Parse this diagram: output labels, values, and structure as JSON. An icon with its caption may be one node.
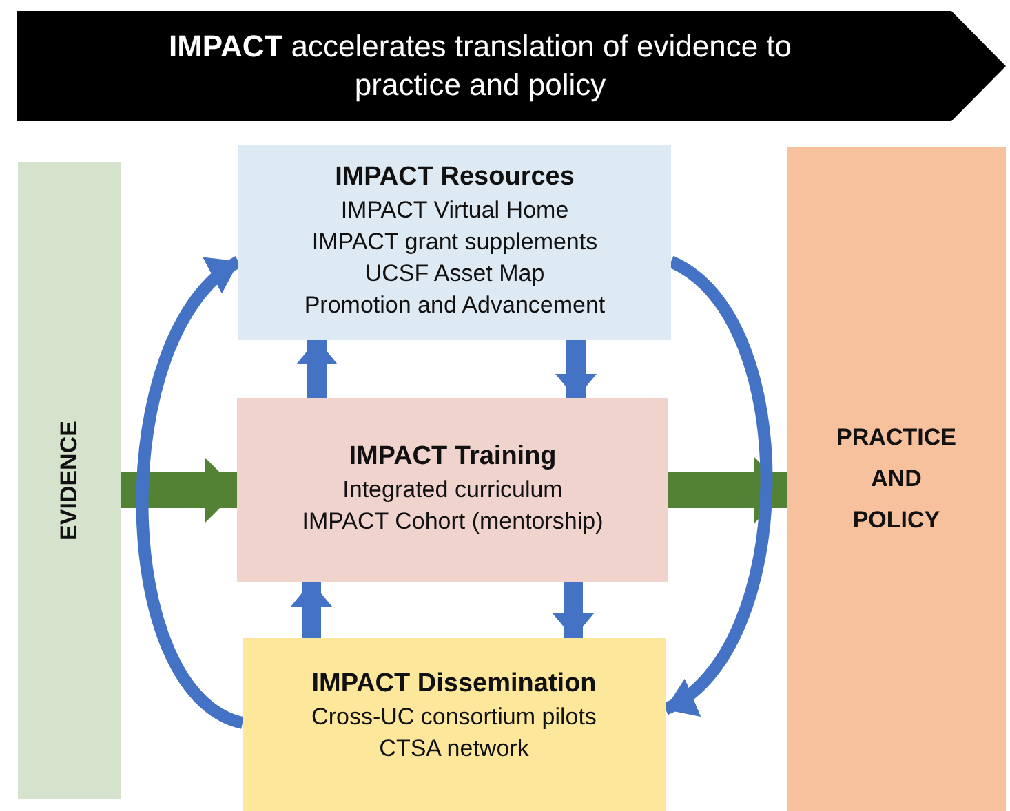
{
  "diagram": {
    "nodes": [
      {
        "text": [
          "**IMPACT** accelerates translation of evidence to practice and policy"
        ]
      },
      {
        "text": [
          "EVIDENCE"
        ]
      },
      {
        "text": [
          "IMPACT Resources",
          "IMPACT Virtual Home",
          "IMPACT grant supplements",
          "UCSF Asset Map",
          "Promotion and Advancement"
        ]
      },
      {
        "text": [
          "IMPACT Training",
          "Integrated curriculum",
          "IMPACT Cohort (mentorship)"
        ]
      },
      {
        "text": [
          "IMPACT Dissemination",
          "Cross-UC consortium pilots",
          "CTSA network"
        ]
      },
      {
        "text": [
          "PRACTICE AND POLICY"
        ]
      }
    ],
    "edges": [
      {
        "from": 1,
        "to": 3,
        "arrow": "to",
        "style": "thick",
        "color": "#548235"
      },
      {
        "from": 3,
        "to": 5,
        "arrow": "to",
        "style": "thick",
        "color": "#548235"
      },
      {
        "from": 3,
        "to": 2,
        "arrow": "to"
      },
      {
        "from": 2,
        "to": 3,
        "arrow": "to"
      },
      {
        "from": 4,
        "to": 3,
        "arrow": "to"
      },
      {
        "from": 3,
        "to": 4,
        "arrow": "to"
      },
      {
        "from": 4,
        "to": 2,
        "arrow": "to"
      },
      {
        "from": 2,
        "to": 4,
        "arrow": "to"
      }
    ]
  }
}
